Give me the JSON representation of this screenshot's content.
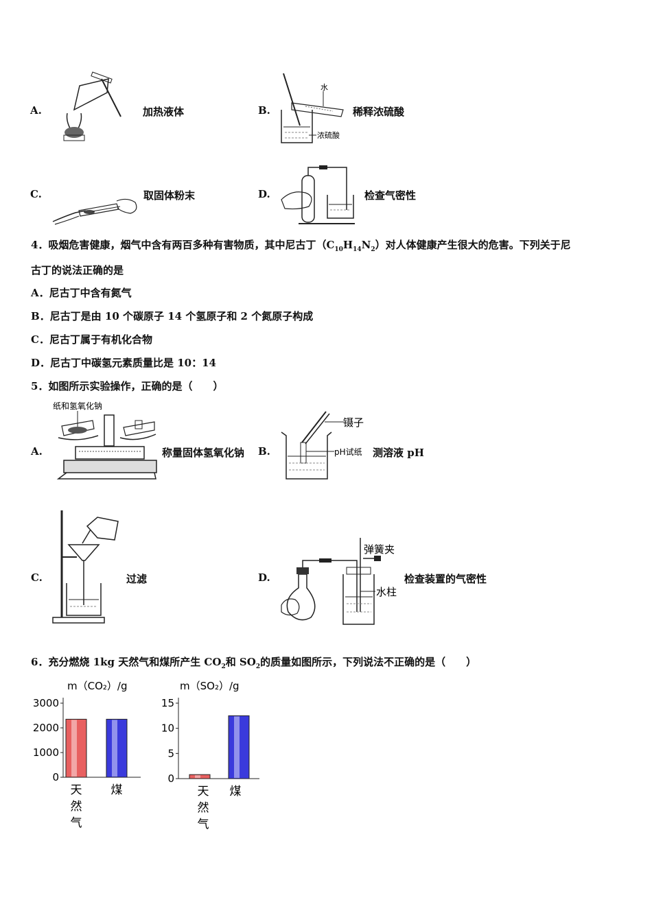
{
  "q3": {
    "options": [
      {
        "letter": "A.",
        "label": "加热液体"
      },
      {
        "letter": "B.",
        "label": "稀释浓硫酸"
      },
      {
        "letter": "C.",
        "label": "取固体粉末"
      },
      {
        "letter": "D.",
        "label": "检查气密性"
      }
    ],
    "figure_b_labels": {
      "water": "水",
      "acid": "浓硫酸"
    }
  },
  "q4": {
    "stem_line1_a": "4．吸烟危害健康，烟气中含有两百多种有害物质，其中尼古丁（C",
    "stem_formula": {
      "c": "10",
      "h_sym": "H",
      "h": "14",
      "n_sym": "N",
      "n": "2"
    },
    "stem_line1_b": "）对人体健康产生很大的危害。下列关于尼",
    "stem_line2": "古丁的说法正确的是",
    "options": [
      "A．尼古丁中含有氮气",
      "B．尼古丁是由 10 个碳原子 14 个氢原子和 2 个氮原子构成",
      "C．尼古丁属于有机化合物",
      "D．尼古丁中碳氢元素质量比是 10：14"
    ]
  },
  "q5": {
    "stem": "5．如图所示实验操作，正确的是（　　）",
    "options": [
      {
        "letter": "A.",
        "label": "称量固体氢氧化钠"
      },
      {
        "letter": "B.",
        "label": "测溶液 pH"
      },
      {
        "letter": "C.",
        "label": "过滤"
      },
      {
        "letter": "D.",
        "label": "检查装置的气密性"
      }
    ],
    "figure_labels": {
      "naoh": "纸和氢氧化钠",
      "tweezers": "镊子",
      "ph_paper": "pH试纸",
      "spring_clip": "弹簧夹",
      "water_column": "水柱"
    }
  },
  "q6": {
    "stem_a": "6．充分燃烧 1kg 天然气和煤所产生 CO",
    "stem_sub1": "2",
    "stem_b": "和 SO",
    "stem_sub2": "2",
    "stem_c": "的质量如图所示，下列说法不正确的是（　　）"
  },
  "chart_data": [
    {
      "type": "bar",
      "ylabel": "m（CO₂）/g",
      "categories": [
        "天然气",
        "煤"
      ],
      "values": [
        2350,
        2350
      ],
      "ylim": [
        0,
        3000
      ],
      "yticks": [
        "0",
        "1000",
        "2000",
        "3000"
      ],
      "colors": [
        "#e86060",
        "#3a3adc"
      ],
      "grid": false
    },
    {
      "type": "bar",
      "ylabel": "m（SO₂）/g",
      "categories": [
        "天然气",
        "煤"
      ],
      "values": [
        0.8,
        12.5
      ],
      "ylim": [
        0,
        15
      ],
      "yticks": [
        "0",
        "5",
        "10",
        "15"
      ],
      "colors": [
        "#e86060",
        "#3a3adc"
      ],
      "grid": false
    }
  ]
}
